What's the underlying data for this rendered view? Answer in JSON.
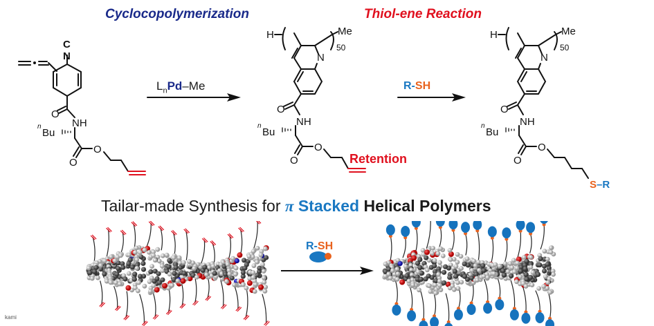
{
  "headers": {
    "cyclo": "Cyclocopolymerization",
    "thiol": "Thiol-ene Reaction"
  },
  "reagents": {
    "step1": {
      "ln": "L",
      "n": "n",
      "pd": "Pd",
      "me": "–Me"
    },
    "step2": {
      "r": "R-",
      "sh": "SH"
    },
    "bottom": {
      "r": "R-",
      "sh": "SH"
    }
  },
  "molecule_labels": {
    "monomer": {
      "c": "C",
      "n": "N",
      "o1": "O",
      "nh": "NH",
      "nbu_n": "n",
      "nbu_bu": "Bu",
      "o2": "O",
      "o3": "O"
    },
    "polymer": {
      "h": "H",
      "me": "Me",
      "dp": "50",
      "n": "N",
      "o1": "O",
      "nh": "NH",
      "nbu_n": "n",
      "nbu_bu": "Bu",
      "o2": "O",
      "o3": "O"
    },
    "product": {
      "h": "H",
      "me": "Me",
      "dp": "50",
      "n": "N",
      "o1": "O",
      "nh": "NH",
      "nbu_n": "n",
      "nbu_bu": "Bu",
      "o2": "O",
      "o3": "O",
      "s": "S",
      "r": "–R"
    }
  },
  "retention_label": "Retention",
  "middle_title": {
    "part1": "Tailar-made Synthesis for ",
    "pi": "π",
    "part2": " Stacked",
    "part3": " Helical Polymers"
  },
  "credit": "kami",
  "colors": {
    "navy": "#1a2a8a",
    "red": "#e0101e",
    "blue": "#1a78c2",
    "orange": "#e8621e"
  }
}
